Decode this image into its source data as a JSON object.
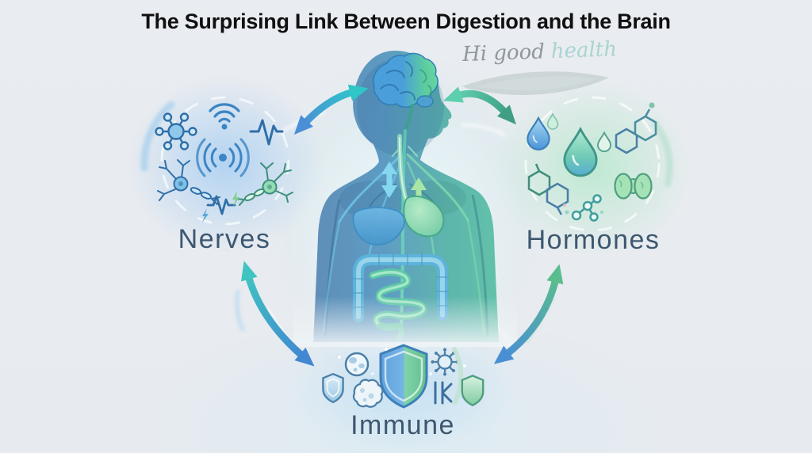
{
  "title": "The Surprising Link Between Digestion and the Brain",
  "watermark": {
    "prefix": "Hi good",
    "highlight": "health"
  },
  "figure": {
    "description": "translucent human silhouette, head in profile, showing brain, spinal nerves and digestive organs",
    "organs": [
      "brain",
      "spinal-nerves",
      "esophagus",
      "liver",
      "stomach",
      "large-intestine",
      "small-intestine"
    ],
    "axis_arrows": [
      "brain-to-gut",
      "gut-to-brain"
    ]
  },
  "nodes": [
    {
      "id": "nerves",
      "label": "Nerves",
      "position": "left",
      "icons": [
        "wifi-signal",
        "receptor-molecule",
        "nerve-impulse-wave",
        "radiating-signal",
        "neuron-blue",
        "neuron-green",
        "impulse-spark"
      ]
    },
    {
      "id": "hormones",
      "label": "Hormones",
      "position": "right",
      "icons": [
        "droplet-blue",
        "droplet-green-small",
        "droplet-large",
        "droplet-outline",
        "molecule-hexagon-top",
        "molecule-hexagon-bottom",
        "thyroid-gland",
        "molecule-nodes"
      ]
    },
    {
      "id": "immune",
      "label": "Immune",
      "position": "bottom",
      "icons": [
        "shield-small",
        "pathogen-cell",
        "macrophage",
        "shield-large",
        "virus",
        "antibody",
        "shield-green"
      ]
    }
  ],
  "connections": [
    {
      "from": "nerves",
      "to": "brain",
      "type": "double-arrow",
      "colors": [
        "#4a8fd6",
        "#2fc6c8"
      ]
    },
    {
      "from": "brain",
      "to": "hormones",
      "type": "double-arrow",
      "colors": [
        "#5ecfae",
        "#3f9e85"
      ]
    },
    {
      "from": "immune",
      "to": "nerves",
      "type": "double-arrow",
      "colors": [
        "#4187d2",
        "#3fc4c1"
      ]
    },
    {
      "from": "hormones",
      "to": "immune",
      "type": "double-arrow",
      "colors": [
        "#5abd8d",
        "#4a8fd4"
      ]
    }
  ],
  "colors": {
    "background": "#e9ecf1",
    "title": "#101010",
    "label": "#3d5770",
    "watermark_gray": "#8f979f",
    "watermark_teal": "#a8d4d2",
    "accent_blue": "#4a8fd6",
    "accent_teal": "#2fc6c8",
    "accent_green": "#52b788"
  }
}
